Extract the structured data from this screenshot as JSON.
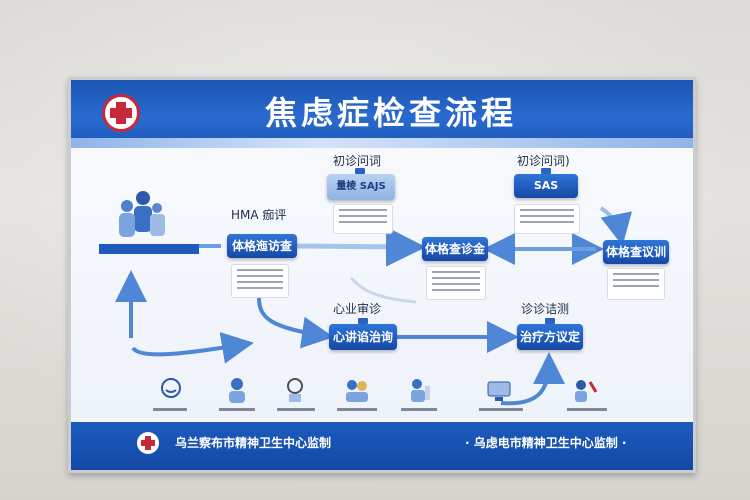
{
  "poster": {
    "title": "焦虑症检查流程",
    "labels": {
      "hma": "HMA 痂评",
      "initial_left": "初诊问词",
      "initial_right": "初诊问词)",
      "psych_exam": "心业审诊",
      "diagnosis": "诊诊诘测"
    },
    "nodes": {
      "assess": "体格迤访查",
      "check_center": "体格查诊金",
      "check_right": "体格查议训",
      "sas_left": "量棱 SAJS",
      "sas_right": "SAS",
      "consult": "心讲谄治询",
      "treatment": "治疗方议定"
    },
    "footer": {
      "left": "乌兰察布市精神卫生中心监制",
      "right": "· 乌虑电市精神卫生中心监制 ·"
    }
  }
}
